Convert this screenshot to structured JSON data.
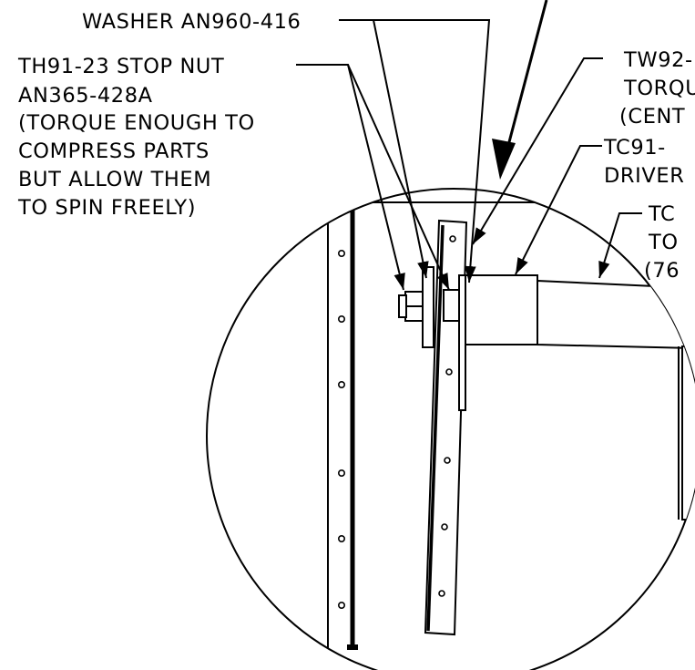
{
  "labels": {
    "washer": "WASHER AN960-416",
    "stop_nut": [
      "TH91-23 STOP NUT",
      "AN365-428A",
      "(TORQUE ENOUGH TO",
      "COMPRESS PARTS",
      "BUT ALLOW THEM",
      "TO SPIN FREELY)"
    ],
    "tw92": [
      "TW92-",
      "TORQU",
      "(CENT"
    ],
    "tc91_driver": [
      "TC91-",
      "DRIVER"
    ],
    "tc_right": [
      "TC",
      "TO",
      "(76"
    ]
  },
  "colors": {
    "ink": "#000000",
    "paper": "#ffffff"
  }
}
